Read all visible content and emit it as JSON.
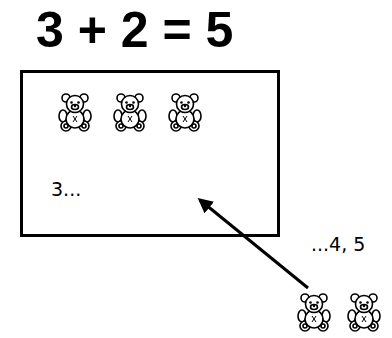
{
  "diagram": {
    "title": "3 + 2 = 5",
    "nodes": [
      {
        "text": [
          "3..."
        ]
      }
    ],
    "labels": [
      "...4, 5"
    ]
  }
}
